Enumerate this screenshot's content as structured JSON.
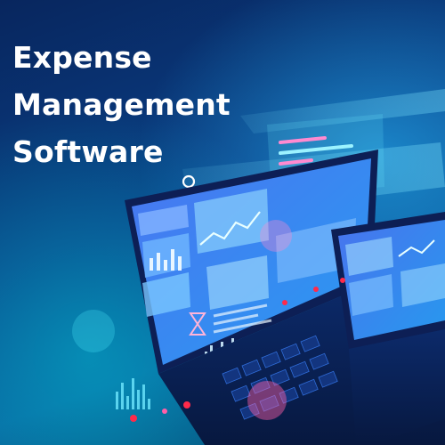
{
  "headline": {
    "line1": "Expense",
    "line2": "Management",
    "line3": "Software"
  },
  "colors": {
    "background_dark": "#061a4a",
    "background_mid": "#0a3f86",
    "headline_text": "#ffffff",
    "screen_cyan": "#3fd6ff",
    "screen_panel": "#5b8cff",
    "accent_pink": "#ff5fa8",
    "accent_red_light": "#ff2a4a"
  },
  "icons": [
    "user-icon",
    "hourglass-icon",
    "line-chart-icon",
    "bar-chart-icon"
  ]
}
